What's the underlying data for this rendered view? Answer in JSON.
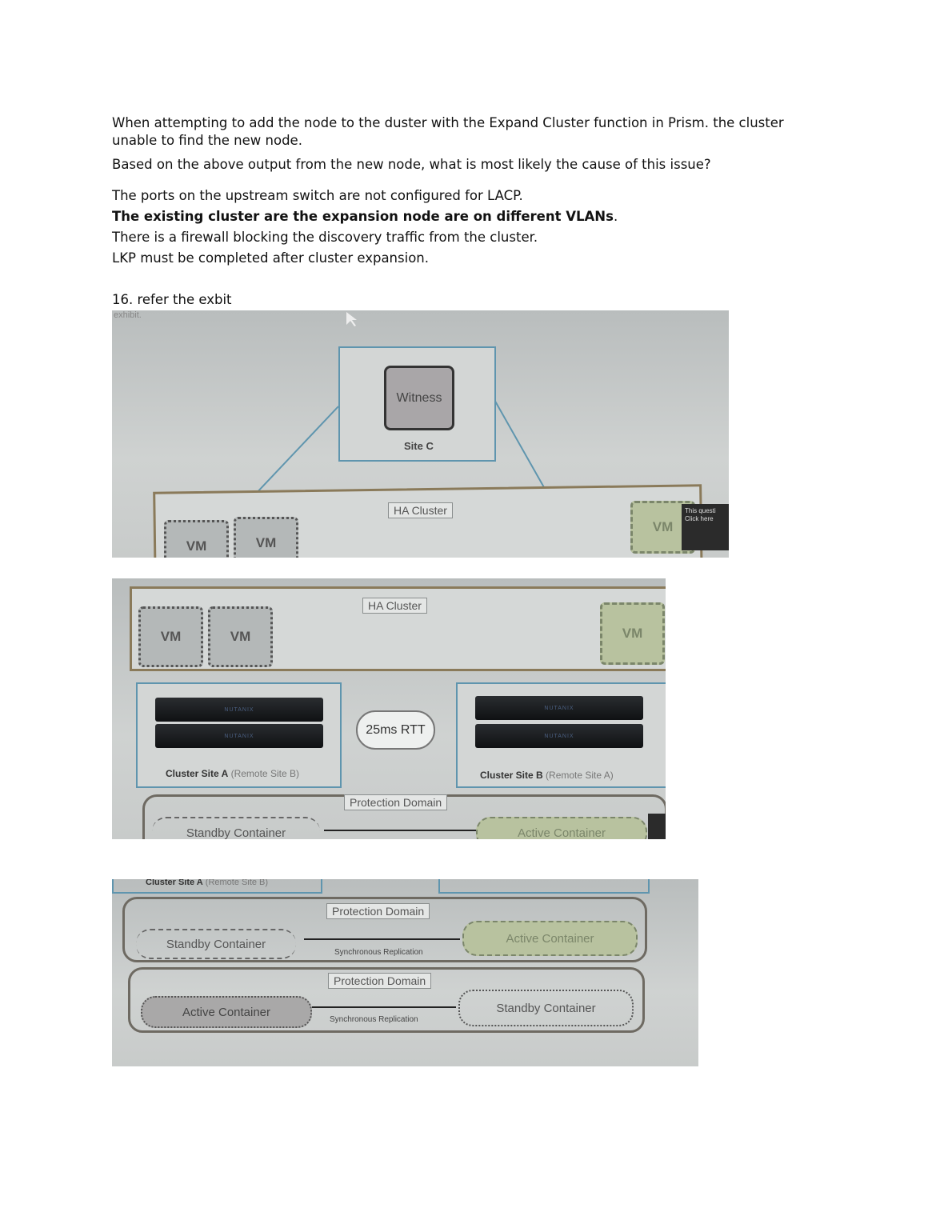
{
  "question": {
    "lines": [
      "When attempting to add the node to the duster with the Expand Cluster function in Prism. the cluster",
      "unable to find the new node.",
      "Based on the above output from the new node, what is most likely the cause of this issue?"
    ],
    "options": [
      {
        "text": "The ports on the upstream switch are not configured for LACP.",
        "correct": false
      },
      {
        "text": "The existing cluster are the expansion node are on different VLANs",
        "correct": true
      },
      {
        "text": "There is a firewall blocking the discovery traffic from the cluster.",
        "correct": false
      },
      {
        "text": "LKP must be completed after cluster expansion.",
        "correct": false
      }
    ],
    "next_heading": "16. refer the exbit"
  },
  "exhibit": {
    "corner_label": "exhibit.",
    "witness": "Witness",
    "site_c": "Site C",
    "ha_cluster": "HA Cluster",
    "vm": "VM",
    "toast_lines": [
      "This questi",
      "Click here"
    ],
    "rtt": "25ms RTT",
    "node_brand": "NUTANIX",
    "site_a": "Cluster Site A",
    "site_a_remote": "(Remote Site B)",
    "site_b": "Cluster Site B",
    "site_b_remote": "(Remote Site A)",
    "protection_domain": "Protection Domain",
    "standby_container": "Standby Container",
    "active_container": "Active Container",
    "sync_replication": "Synchronous Replication"
  }
}
